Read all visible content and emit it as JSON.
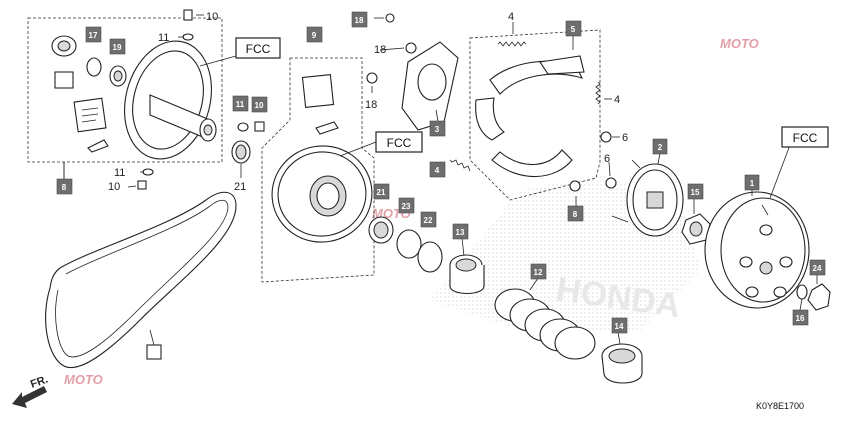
{
  "fcc_label": "FCC",
  "diagram_code": "K0Y8E1700",
  "front_label": "FR.",
  "watermark_text": "MOTO",
  "callouts": [
    {
      "id": "c1",
      "label": "1",
      "style": "box"
    },
    {
      "id": "c2",
      "label": "2",
      "style": "box"
    },
    {
      "id": "c3",
      "label": "3",
      "style": "box"
    },
    {
      "id": "c4a",
      "label": "4",
      "style": "plain"
    },
    {
      "id": "c4b",
      "label": "4",
      "style": "plain"
    },
    {
      "id": "c4c",
      "label": "4",
      "style": "box"
    },
    {
      "id": "c5",
      "label": "5",
      "style": "box"
    },
    {
      "id": "c6a",
      "label": "6",
      "style": "plain"
    },
    {
      "id": "c6b",
      "label": "6",
      "style": "plain"
    },
    {
      "id": "c8a",
      "label": "8",
      "style": "box"
    },
    {
      "id": "c8b",
      "label": "8",
      "style": "box"
    },
    {
      "id": "c9",
      "label": "9",
      "style": "box"
    },
    {
      "id": "c10a",
      "label": "10",
      "style": "plain"
    },
    {
      "id": "c10b",
      "label": "10",
      "style": "box"
    },
    {
      "id": "c10c",
      "label": "10",
      "style": "plain"
    },
    {
      "id": "c11a",
      "label": "11",
      "style": "plain"
    },
    {
      "id": "c11b",
      "label": "11",
      "style": "box"
    },
    {
      "id": "c11c",
      "label": "11",
      "style": "plain"
    },
    {
      "id": "c12",
      "label": "12",
      "style": "box"
    },
    {
      "id": "c13",
      "label": "13",
      "style": "box"
    },
    {
      "id": "c14",
      "label": "14",
      "style": "box"
    },
    {
      "id": "c15",
      "label": "15",
      "style": "box"
    },
    {
      "id": "c16",
      "label": "16",
      "style": "box"
    },
    {
      "id": "c17",
      "label": "17",
      "style": "box"
    },
    {
      "id": "c18a",
      "label": "18",
      "style": "box"
    },
    {
      "id": "c18b",
      "label": "18",
      "style": "plain"
    },
    {
      "id": "c18c",
      "label": "18",
      "style": "plain"
    },
    {
      "id": "c19",
      "label": "19",
      "style": "box"
    },
    {
      "id": "c21a",
      "label": "21",
      "style": "plain"
    },
    {
      "id": "c21b",
      "label": "21",
      "style": "box"
    },
    {
      "id": "c22",
      "label": "22",
      "style": "box"
    },
    {
      "id": "c23",
      "label": "23",
      "style": "box"
    },
    {
      "id": "c24",
      "label": "24",
      "style": "box"
    }
  ]
}
